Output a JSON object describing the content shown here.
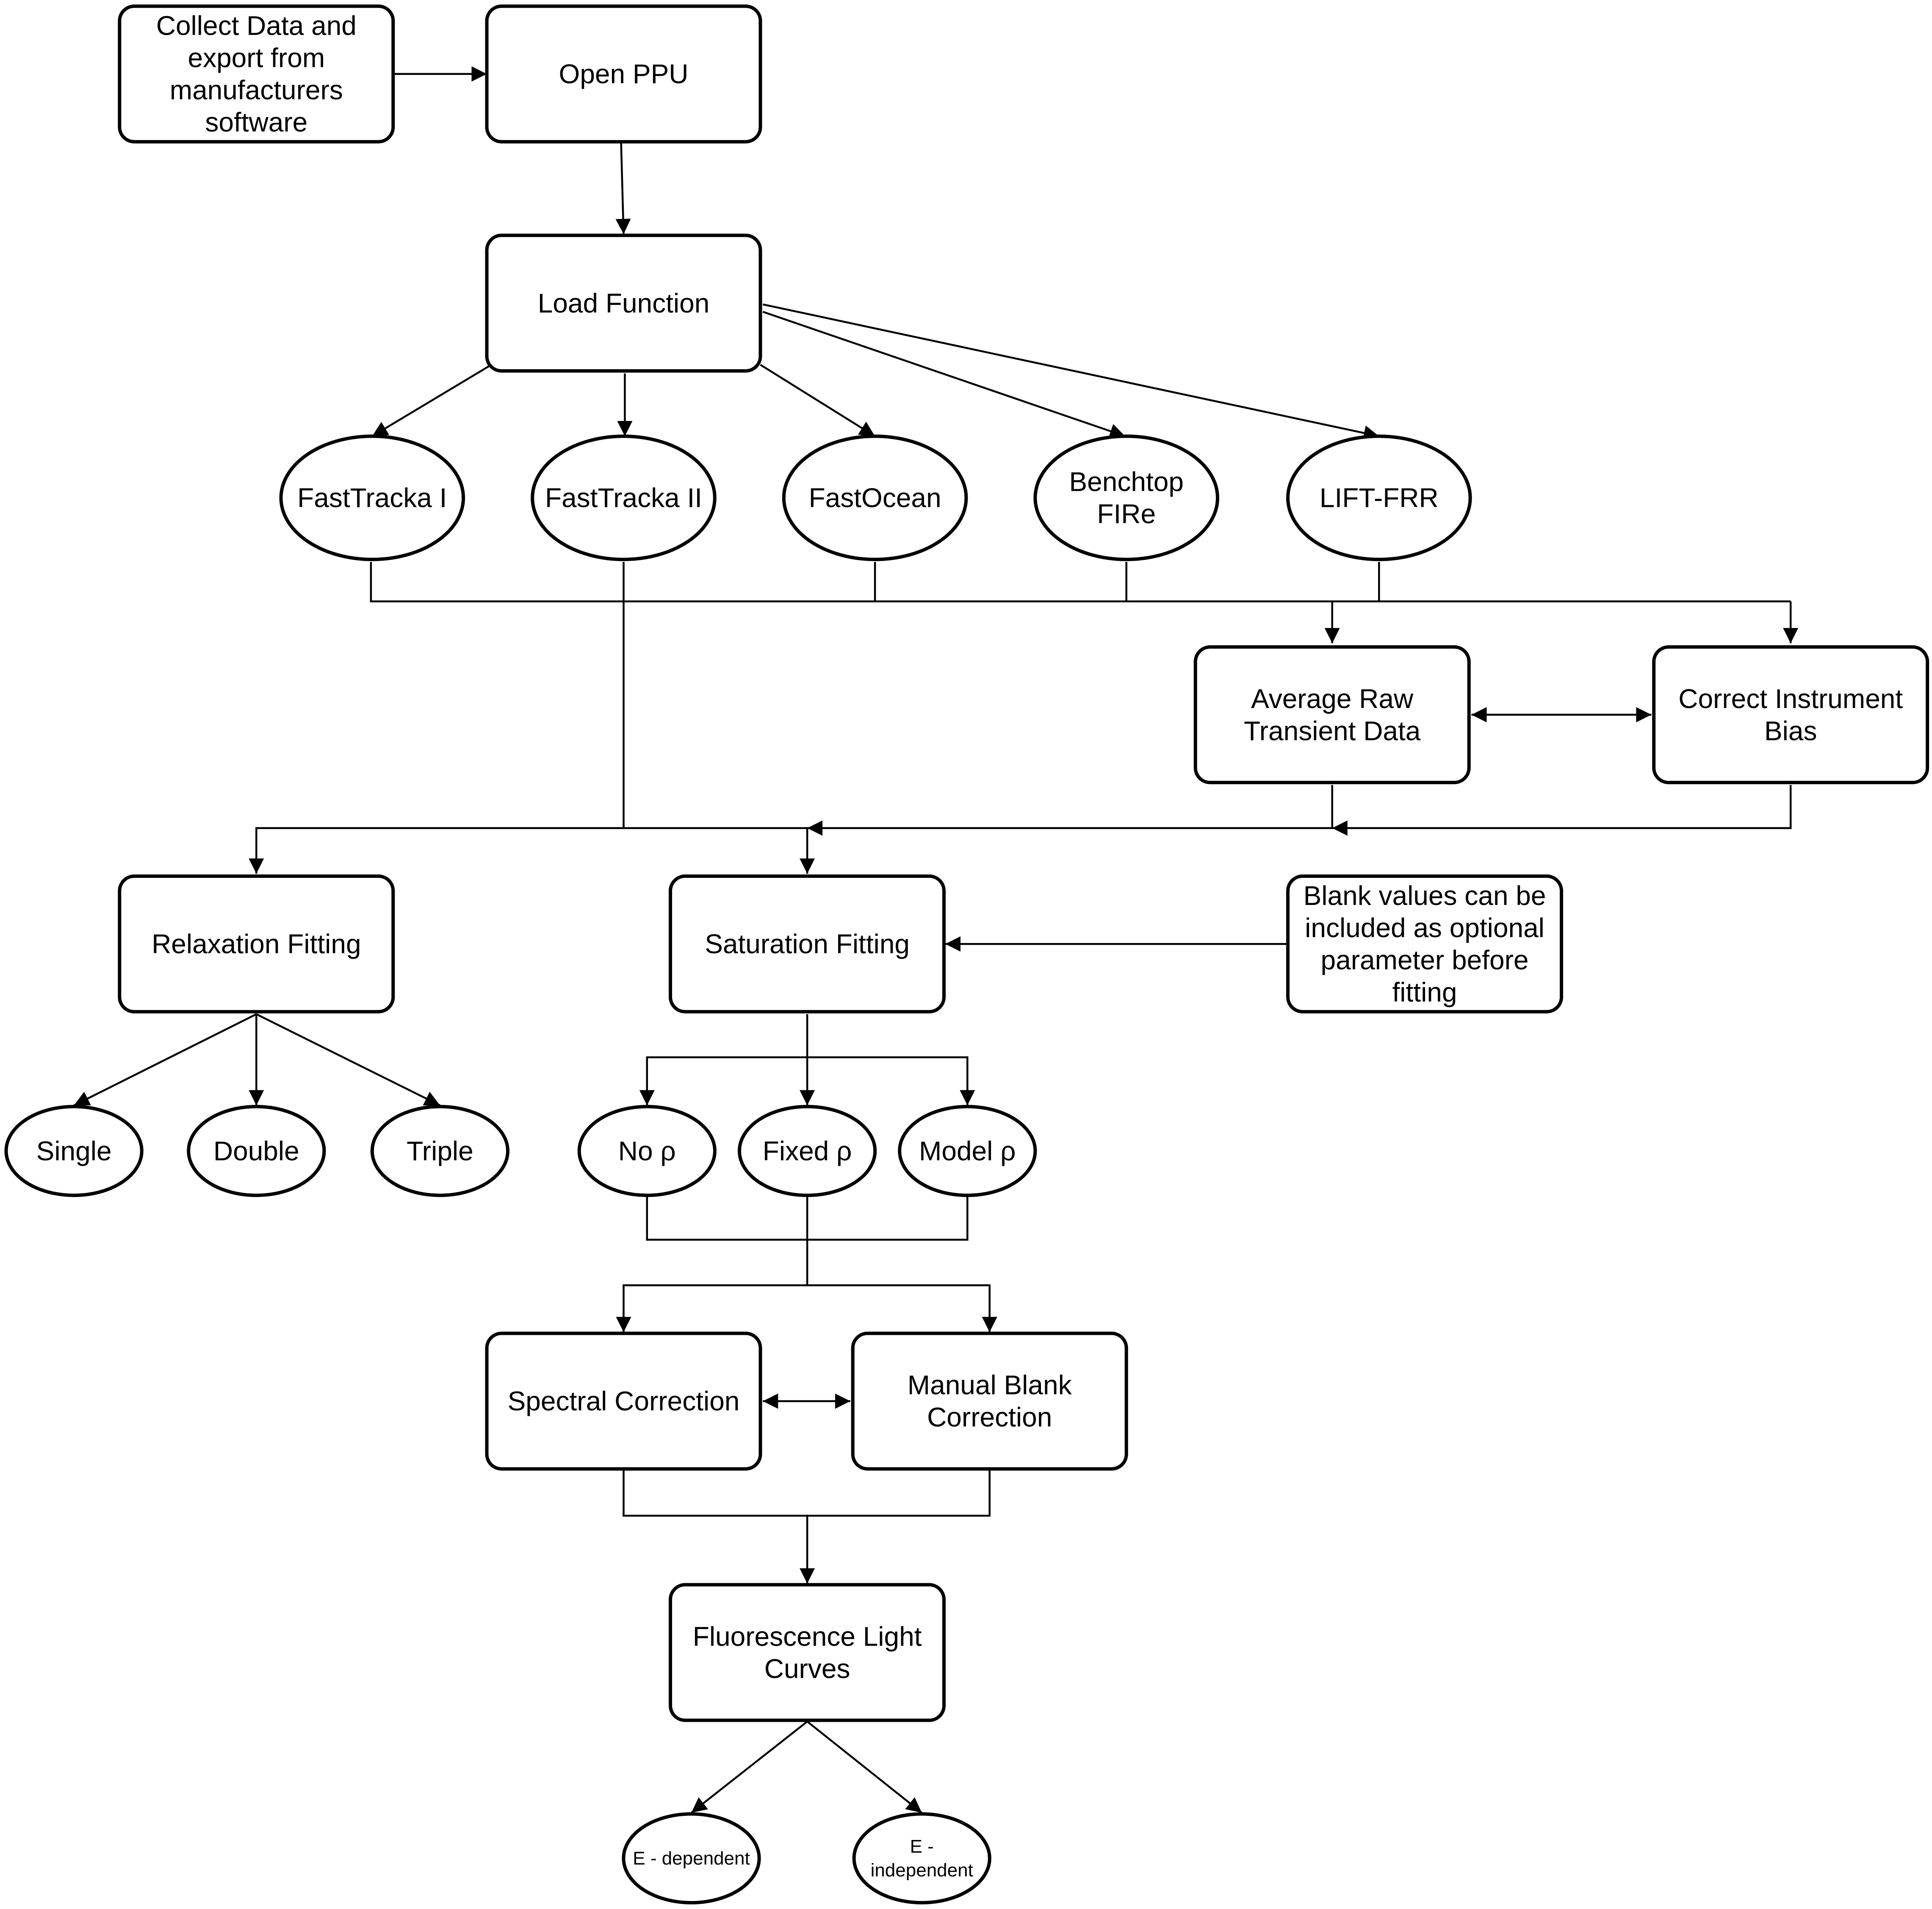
{
  "nodes": {
    "collect": {
      "lines": [
        "Collect Data and",
        "export from",
        "manufacturers",
        "software"
      ]
    },
    "open_ppu": {
      "lines": [
        "Open PPU"
      ]
    },
    "load_function": {
      "lines": [
        "Load Function"
      ]
    },
    "fasttracka_1": {
      "lines": [
        "FastTracka I"
      ]
    },
    "fasttracka_2": {
      "lines": [
        "FastTracka II"
      ]
    },
    "fastocean": {
      "lines": [
        "FastOcean"
      ]
    },
    "benchtop_fire": {
      "lines": [
        "Benchtop",
        "FIRe"
      ]
    },
    "lift_frr": {
      "lines": [
        "LIFT-FRR"
      ]
    },
    "average_raw": {
      "lines": [
        "Average Raw",
        "Transient Data"
      ]
    },
    "correct_bias": {
      "lines": [
        "Correct Instrument",
        "Bias"
      ]
    },
    "relaxation_fitting": {
      "lines": [
        "Relaxation Fitting"
      ]
    },
    "saturation_fitting": {
      "lines": [
        "Saturation Fitting"
      ]
    },
    "blank_values_note": {
      "lines": [
        "Blank values can be",
        "included as optional",
        "parameter before",
        "fitting"
      ]
    },
    "single": {
      "lines": [
        "Single"
      ]
    },
    "double": {
      "lines": [
        "Double"
      ]
    },
    "triple": {
      "lines": [
        "Triple"
      ]
    },
    "no_rho": {
      "lines": [
        "No ρ"
      ]
    },
    "fixed_rho": {
      "lines": [
        "Fixed ρ"
      ]
    },
    "model_rho": {
      "lines": [
        "Model ρ"
      ]
    },
    "spectral_correction": {
      "lines": [
        "Spectral Correction"
      ]
    },
    "manual_blank": {
      "lines": [
        "Manual Blank",
        "Correction"
      ]
    },
    "flc": {
      "lines": [
        "Fluorescence Light",
        "Curves"
      ]
    },
    "e_dependent": {
      "lines": [
        "E - dependent"
      ]
    },
    "e_independent": {
      "lines": [
        "E -",
        "independent"
      ]
    }
  },
  "edges": [
    {
      "from": "collect",
      "to": "open_ppu",
      "arrow": "end"
    },
    {
      "from": "open_ppu",
      "to": "load_function",
      "arrow": "end"
    },
    {
      "from": "load_function",
      "to": "fasttracka_1",
      "arrow": "end"
    },
    {
      "from": "load_function",
      "to": "fasttracka_2",
      "arrow": "end"
    },
    {
      "from": "load_function",
      "to": "fastocean",
      "arrow": "end"
    },
    {
      "from": "load_function",
      "to": "benchtop_fire",
      "arrow": "end"
    },
    {
      "from": "load_function",
      "to": "lift_frr",
      "arrow": "end"
    },
    {
      "from": "instruments",
      "to": "average_raw",
      "arrow": "end"
    },
    {
      "from": "instruments",
      "to": "correct_bias",
      "arrow": "end"
    },
    {
      "from": "average_raw",
      "to": "correct_bias",
      "arrow": "both"
    },
    {
      "from": "fasttracka_2",
      "to": "relaxation_fitting",
      "arrow": "end"
    },
    {
      "from": "fasttracka_2",
      "to": "saturation_fitting",
      "arrow": "end"
    },
    {
      "from": "average_raw",
      "to": "saturation_fitting",
      "arrow": "end"
    },
    {
      "from": "correct_bias",
      "to": "saturation_fitting",
      "arrow": "end"
    },
    {
      "from": "blank_values_note",
      "to": "saturation_fitting",
      "arrow": "end"
    },
    {
      "from": "relaxation_fitting",
      "to": "single",
      "arrow": "end"
    },
    {
      "from": "relaxation_fitting",
      "to": "double",
      "arrow": "end"
    },
    {
      "from": "relaxation_fitting",
      "to": "triple",
      "arrow": "end"
    },
    {
      "from": "saturation_fitting",
      "to": "no_rho",
      "arrow": "end"
    },
    {
      "from": "saturation_fitting",
      "to": "fixed_rho",
      "arrow": "end"
    },
    {
      "from": "saturation_fitting",
      "to": "model_rho",
      "arrow": "end"
    },
    {
      "from": "rho_options",
      "to": "spectral_correction",
      "arrow": "end"
    },
    {
      "from": "rho_options",
      "to": "manual_blank",
      "arrow": "end"
    },
    {
      "from": "spectral_correction",
      "to": "manual_blank",
      "arrow": "both"
    },
    {
      "from": "corrections",
      "to": "flc",
      "arrow": "end"
    },
    {
      "from": "flc",
      "to": "e_dependent",
      "arrow": "end"
    },
    {
      "from": "flc",
      "to": "e_independent",
      "arrow": "end"
    }
  ]
}
